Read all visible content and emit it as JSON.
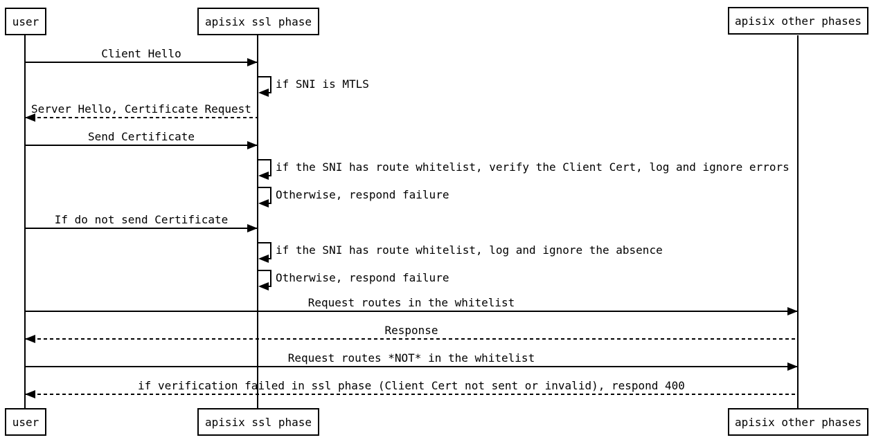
{
  "diagram": {
    "type": "sequence",
    "colors": {
      "line": "#000000",
      "text": "#000000",
      "background": "#ffffff"
    },
    "actors": [
      {
        "id": "user",
        "label": "user"
      },
      {
        "id": "apisix-ssl-phase",
        "label": "apisix ssl phase"
      },
      {
        "id": "apisix-other-phases",
        "label": "apisix other phases"
      }
    ],
    "messages": [
      {
        "seq": 1,
        "type": "arrow",
        "from": "user",
        "to": "apisix ssl phase",
        "line": "solid",
        "label": "Client Hello"
      },
      {
        "seq": 2,
        "type": "self",
        "actor": "apisix ssl phase",
        "line": "solid",
        "label": "if SNI is MTLS"
      },
      {
        "seq": 3,
        "type": "arrow",
        "from": "apisix ssl phase",
        "to": "user",
        "line": "dashed",
        "label": "Server Hello, Certificate Request"
      },
      {
        "seq": 4,
        "type": "arrow",
        "from": "user",
        "to": "apisix ssl phase",
        "line": "solid",
        "label": "Send Certificate"
      },
      {
        "seq": 5,
        "type": "self",
        "actor": "apisix ssl phase",
        "line": "solid",
        "label": "if the SNI has route whitelist, verify the Client Cert, log and ignore errors"
      },
      {
        "seq": 6,
        "type": "self",
        "actor": "apisix ssl phase",
        "line": "solid",
        "label": "Otherwise, respond failure"
      },
      {
        "seq": 7,
        "type": "arrow",
        "from": "user",
        "to": "apisix ssl phase",
        "line": "solid",
        "label": "If do not send Certificate"
      },
      {
        "seq": 8,
        "type": "self",
        "actor": "apisix ssl phase",
        "line": "solid",
        "label": "if the SNI has route whitelist, log and ignore the absence"
      },
      {
        "seq": 9,
        "type": "self",
        "actor": "apisix ssl phase",
        "line": "solid",
        "label": "Otherwise, respond failure"
      },
      {
        "seq": 10,
        "type": "arrow",
        "from": "user",
        "to": "apisix other phases",
        "line": "solid",
        "label": "Request routes in the whitelist"
      },
      {
        "seq": 11,
        "type": "arrow",
        "from": "apisix other phases",
        "to": "user",
        "line": "dashed",
        "label": "Response"
      },
      {
        "seq": 12,
        "type": "arrow",
        "from": "user",
        "to": "apisix other phases",
        "line": "solid",
        "label": "Request routes *NOT* in the whitelist"
      },
      {
        "seq": 13,
        "type": "arrow",
        "from": "apisix other phases",
        "to": "user",
        "line": "dashed",
        "label": "if verification failed in ssl phase (Client Cert not sent or invalid), respond 400"
      }
    ]
  }
}
